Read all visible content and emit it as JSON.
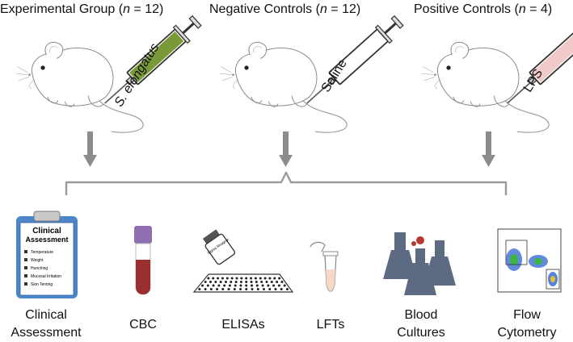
{
  "groups": [
    {
      "title_pre": "Experimental Group (",
      "n_symbol": "n",
      "title_post": " = 12)",
      "injection": "S. elongatus",
      "syringe_color": "#7a9a3a"
    },
    {
      "title_pre": "Negative Controls (",
      "n_symbol": "n",
      "title_post": " = 12)",
      "injection": "Saline",
      "syringe_color": "#ffffff"
    },
    {
      "title_pre": "Positive Controls (",
      "n_symbol": "n",
      "title_post": " = 4)",
      "injection": "LPS",
      "syringe_color": "#f2c9c9"
    }
  ],
  "clipboard": {
    "title_line1": "Clinical",
    "title_line2": "Assessment",
    "items": [
      "Temperature",
      "Weight",
      "Hunching",
      "Mucosal Irritation",
      "Skin Tenting"
    ]
  },
  "reagent_bottle_label": "Sigma Reagent",
  "assays": [
    {
      "line1": "Clinical",
      "line2": "Assessment"
    },
    {
      "line1": "CBC",
      "line2": ""
    },
    {
      "line1": "ELISAs",
      "line2": ""
    },
    {
      "line1": "LFTs",
      "line2": ""
    },
    {
      "line1": "Blood",
      "line2": "Cultures"
    },
    {
      "line1": "Flow",
      "line2": "Cytometry"
    }
  ],
  "colors": {
    "arrow": "#8c8c8c",
    "bracket": "#9a9a9a",
    "tube_cap": "#8f6fb0",
    "blood": "#9a2f2f",
    "clipboard_blue": "#4d86c8",
    "flask": "#5c6b82",
    "blood_drop": "#b43a2e"
  }
}
